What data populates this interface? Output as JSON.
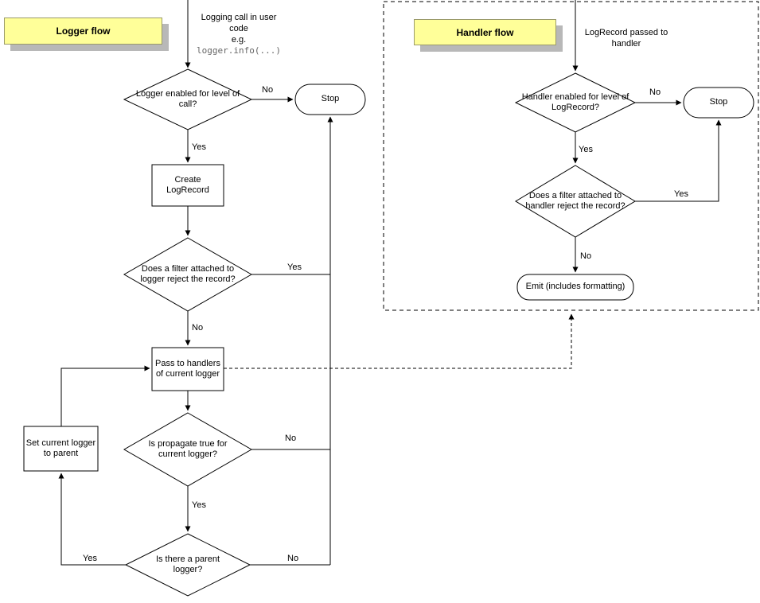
{
  "diagram": {
    "logger": {
      "title": "Logger flow",
      "start_line1": "Logging call in user code",
      "start_line2": "e.g.",
      "start_code": "logger.info(...)",
      "decision_level": "Logger enabled for level of call?",
      "stop": "Stop",
      "create_logrecord": "Create LogRecord",
      "decision_filter": "Does a filter attached to logger reject the record?",
      "pass_handlers": "Pass to handlers of current logger",
      "decision_propagate": "Is propagate true for current logger?",
      "decision_parent": "Is there a parent logger?",
      "set_parent": "Set current logger to parent",
      "edges": {
        "level_no": "No",
        "level_yes": "Yes",
        "filter_yes": "Yes",
        "filter_no": "No",
        "propagate_no": "No",
        "propagate_yes": "Yes",
        "parent_no": "No",
        "parent_yes": "Yes"
      }
    },
    "handler": {
      "title": "Handler flow",
      "start": "LogRecord passed to handler",
      "decision_level": "Handler enabled for level of LogRecord?",
      "stop": "Stop",
      "decision_filter": "Does a filter attached to handler reject the record?",
      "emit": "Emit (includes formatting)",
      "edges": {
        "level_no": "No",
        "level_yes": "Yes",
        "filter_yes": "Yes",
        "filter_no": "No"
      }
    },
    "colors": {
      "title_bg": "#ffff99",
      "title_shadow": "#b8b8b8",
      "stroke": "#000000",
      "code_text": "#666666"
    }
  }
}
